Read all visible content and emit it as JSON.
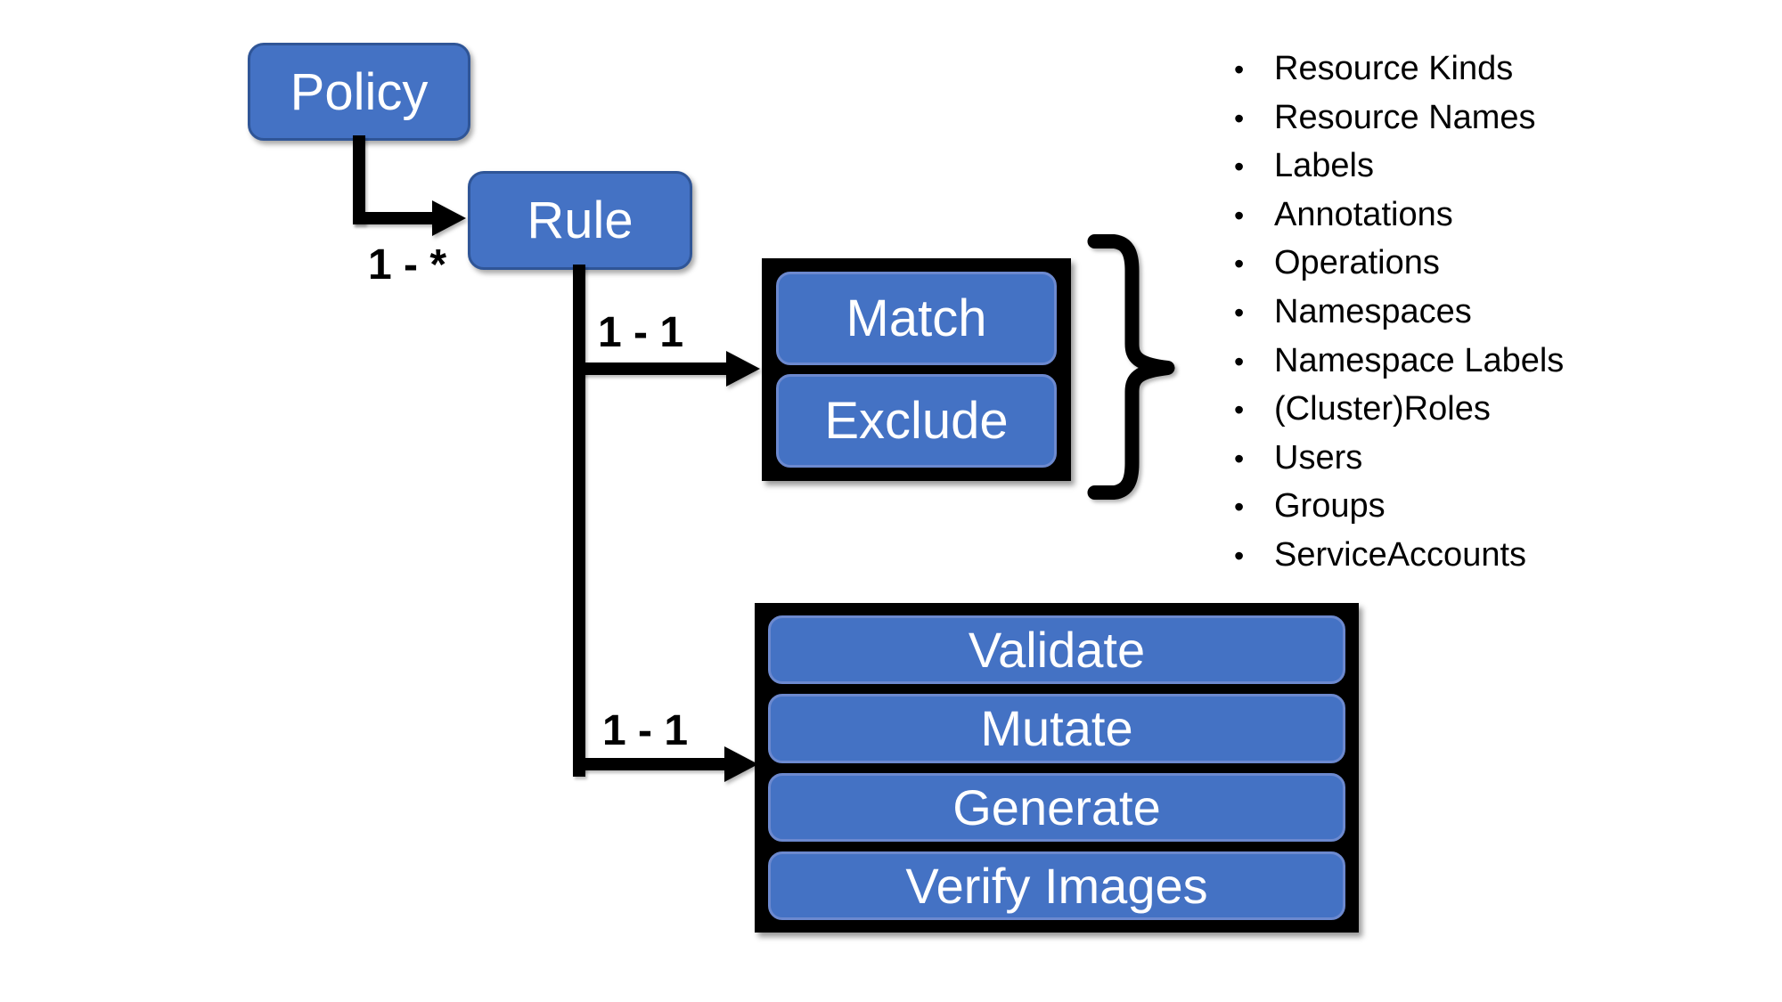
{
  "diagram": {
    "colors": {
      "background": "#ffffff",
      "node_fill": "#4472C4",
      "node_border_dark": "#2F5597",
      "node_border_light": "#6C89CF",
      "container": "#000000",
      "text_light": "#ffffff",
      "text_dark": "#000000"
    },
    "nodes": {
      "policy": {
        "label": "Policy"
      },
      "rule": {
        "label": "Rule"
      }
    },
    "edges": {
      "policy_rule": {
        "label": "1 - *"
      },
      "rule_filters": {
        "label": "1 - 1"
      },
      "rule_actions": {
        "label": "1 - 1"
      }
    },
    "filter_group": {
      "items": [
        {
          "label": "Match"
        },
        {
          "label": "Exclude"
        }
      ]
    },
    "action_group": {
      "items": [
        {
          "label": "Validate"
        },
        {
          "label": "Mutate"
        },
        {
          "label": "Generate"
        },
        {
          "label": "Verify Images"
        }
      ]
    },
    "filters": {
      "bullet": "•",
      "items": [
        "Resource Kinds",
        "Resource Names",
        "Labels",
        "Annotations",
        "Operations",
        "Namespaces",
        "Namespace Labels",
        "(Cluster)Roles",
        "Users",
        "Groups",
        "ServiceAccounts"
      ]
    }
  }
}
